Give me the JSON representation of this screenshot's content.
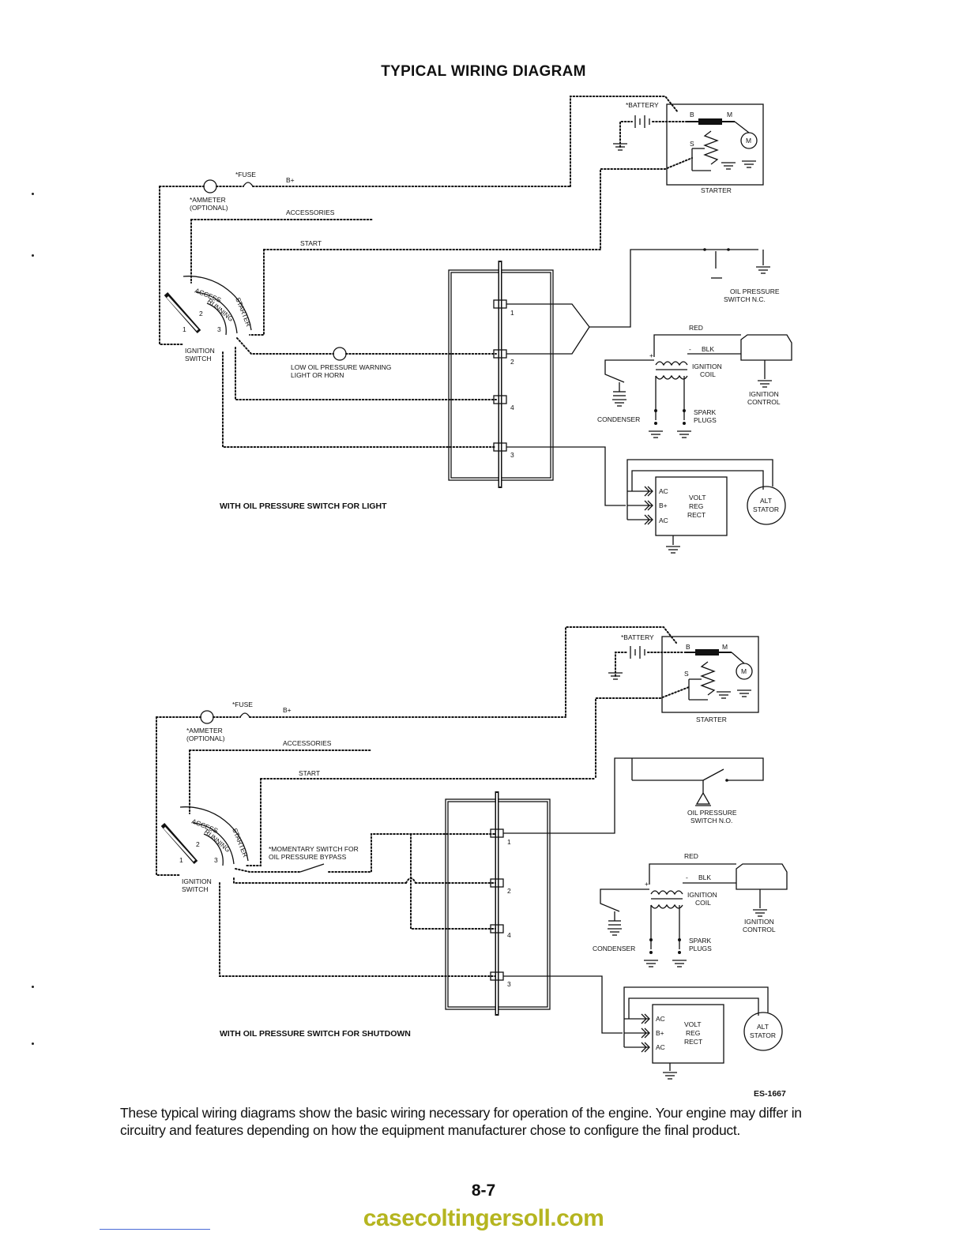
{
  "title": "TYPICAL WIRING DIAGRAM",
  "labels": {
    "battery": "*BATTERY",
    "b": "B",
    "m": "M",
    "s": "S",
    "motor": "M",
    "starter": "STARTER",
    "fuse": "*FUSE",
    "b_plus": "B+",
    "ammeter_1": "*AMMETER",
    "ammeter_2": "(OPTIONAL)",
    "accessories": "ACCESSORIES",
    "start": "START",
    "switch_access": "ACCESS",
    "switch_running": "RUNNING",
    "switch_starter": "STARTER",
    "ignition_switch_1": "IGNITION",
    "ignition_switch_2": "SWITCH",
    "pos_1": "1",
    "pos_2": "2",
    "pos_3": "3",
    "pin_1": "1",
    "pin_2": "2",
    "pin_4": "4",
    "pin_3": "3",
    "warning_light_1": "LOW OIL PRESSURE WARNING",
    "warning_light_2": "LIGHT OR HORN",
    "oil_switch_nc_1": "OIL PRESSURE",
    "oil_switch_nc_2": "SWITCH N.C.",
    "oil_switch_no_1": "OIL PRESSURE",
    "oil_switch_no_2": "SWITCH N.O.",
    "red": "RED",
    "blk": "BLK",
    "minus": "-",
    "plus": "+",
    "ignition_coil_1": "IGNITION",
    "ignition_coil_2": "COIL",
    "ignition_control_1": "IGNITION",
    "ignition_control_2": "CONTROL",
    "condenser": "CONDENSER",
    "spark_plugs_1": "SPARK",
    "spark_plugs_2": "PLUGS",
    "ac": "AC",
    "reg_b_plus": "B+",
    "volt": "VOLT",
    "reg": "REG",
    "rect": "RECT",
    "alt": "ALT",
    "stator": "STATOR",
    "momentary_1": "*MOMENTARY SWITCH FOR",
    "momentary_2": "OIL PRESSURE BYPASS",
    "top_diagram_caption": "WITH OIL PRESSURE SWITCH FOR LIGHT",
    "bottom_diagram_caption": "WITH OIL PRESSURE SWITCH FOR SHUTDOWN",
    "figure_code": "ES-1667"
  },
  "caption": "These typical wiring diagrams show the basic wiring necessary for operation of the engine. Your engine may differ in circuitry and features depending on how the equipment manufacturer chose to configure the final product.",
  "page_number": "8-7",
  "watermark": "casecoltingersoll.com"
}
